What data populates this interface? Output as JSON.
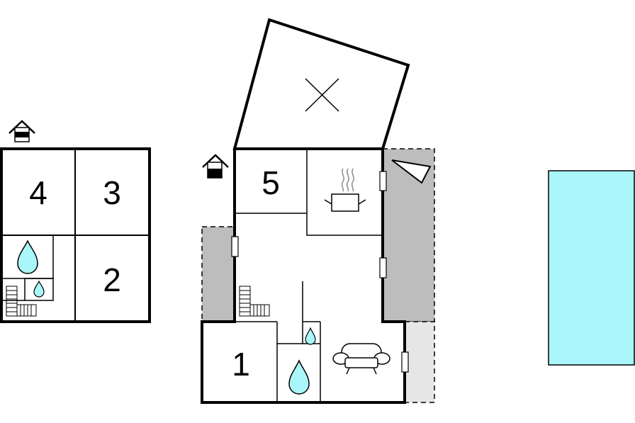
{
  "floor_upper": {
    "rooms": [
      {
        "label": "4",
        "type": "bedroom"
      },
      {
        "label": "3",
        "type": "bedroom"
      },
      {
        "label": "2",
        "type": "bedroom"
      }
    ],
    "icons": [
      "house-entrance-icon",
      "water-drop-icon",
      "small-water-drop-icon",
      "stairs-icon"
    ]
  },
  "floor_main": {
    "rooms": [
      {
        "label": "5",
        "type": "bedroom"
      },
      {
        "label": "1",
        "type": "bedroom"
      }
    ],
    "icons": [
      "house-entrance-icon",
      "terrace-x-icon",
      "cooking-pot-icon",
      "bbq-icon",
      "sofa-icon",
      "water-drop-icon",
      "small-water-drop-icon",
      "stairs-icon"
    ]
  },
  "colors": {
    "wall": "#000000",
    "terrace": "#bdbdbd",
    "terrace_light": "#e6e6e6",
    "water": "#a9f7fa",
    "pool": "#a9f7fa"
  }
}
